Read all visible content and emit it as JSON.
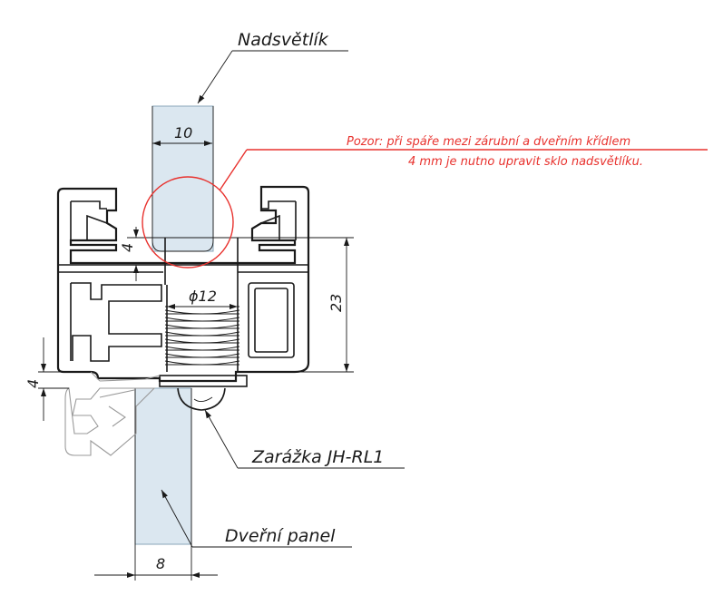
{
  "labels": {
    "transom": "Nadsvětlík",
    "stopper": "Zarážka JH-RL1",
    "door_panel": "Dveřní panel"
  },
  "note": {
    "line1": "Pozor: při spáře mezi zárubní a dveřním křídlem",
    "line2": "4 mm je nutno upravit sklo nadsvětlíku."
  },
  "dimensions": {
    "top_glass_width": "10",
    "gap_top": "4",
    "hole_diameter": "ϕ12",
    "height": "23",
    "gap_bottom": "4",
    "bottom_glass_width": "8"
  },
  "colors": {
    "note": "#e8322e",
    "glass": "#dbe7f0",
    "line": "#1a1a1a"
  }
}
